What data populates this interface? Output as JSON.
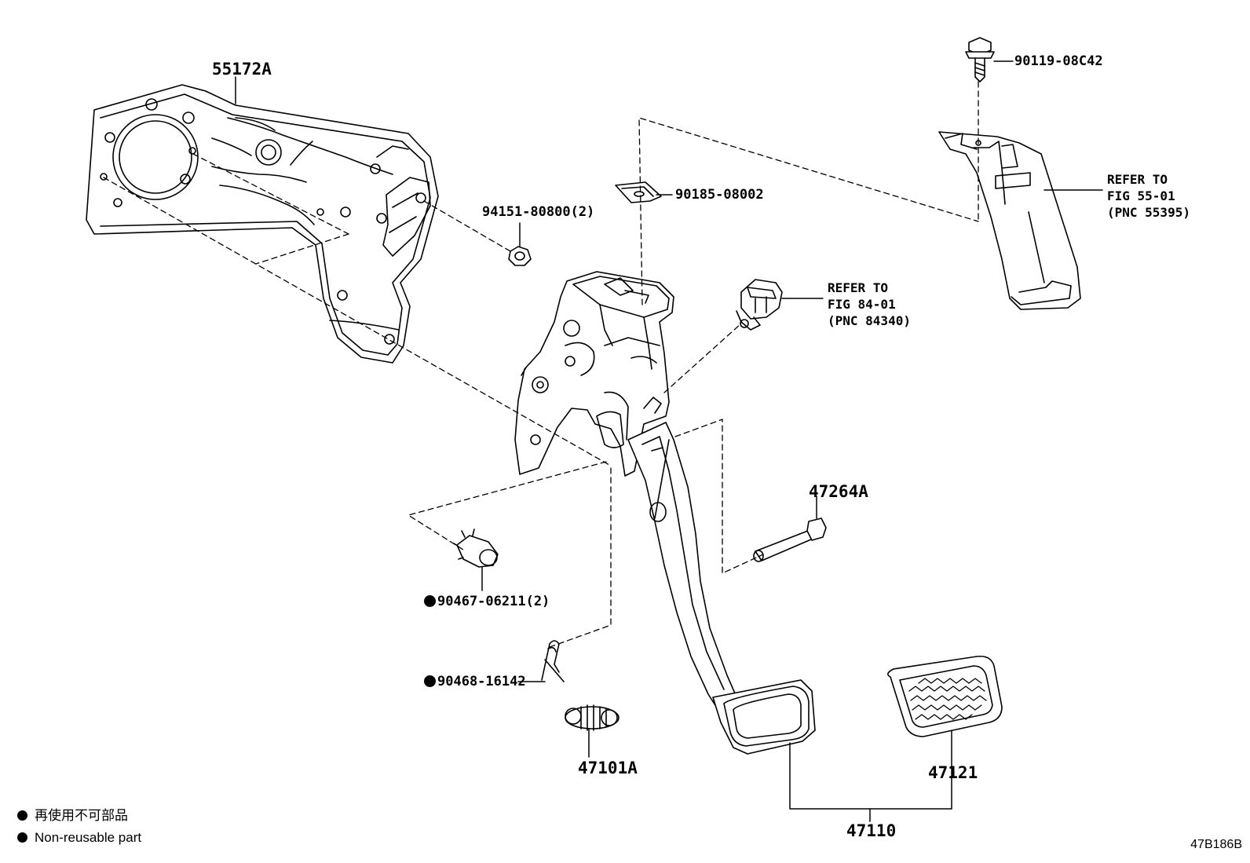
{
  "parts": {
    "p55172A": "55172A",
    "p90119": "90119-08C42",
    "p90185": "90185-08002",
    "p94151": "94151-80800(2)",
    "p47264A": "47264A",
    "p90467": "90467-06211(2)",
    "p90468": "90468-16142",
    "p47101A": "47101A",
    "p47121": "47121",
    "p47110": "47110"
  },
  "references": {
    "fig55": {
      "line1": "REFER TO",
      "line2": "FIG 55-01",
      "line3": "(PNC 55395)"
    },
    "fig84": {
      "line1": "REFER TO",
      "line2": "FIG 84-01",
      "line3": "(PNC 84340)"
    }
  },
  "legend": {
    "jp": "再使用不可部品",
    "en": "Non-reusable part"
  },
  "diagram_code": "47B186B",
  "icons": {
    "non_reusable": "filled-circle-icon"
  }
}
